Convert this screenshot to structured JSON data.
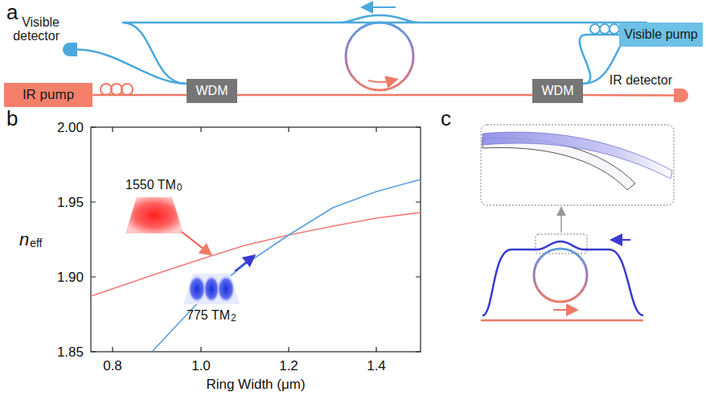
{
  "diagram": {
    "nodes": [
      {
        "text": [
          "Visible detector"
        ]
      },
      {
        "text": [
          "IR pump"
        ]
      },
      {
        "text": [
          "WDM"
        ]
      },
      {
        "text": [
          "WDM"
        ]
      },
      {
        "text": [
          "Visible pump"
        ]
      },
      {
        "text": [
          "IR detector"
        ]
      }
    ],
    "edges": [
      {
        "from": 1,
        "to": 2,
        "arrow": "none"
      },
      {
        "from": 2,
        "to": 3,
        "arrow": "none"
      },
      {
        "from": 3,
        "to": 5,
        "arrow": "none"
      },
      {
        "from": 4,
        "to": 3,
        "arrow": "none"
      },
      {
        "from": 3,
        "to": 2,
        "arrow": "none"
      },
      {
        "from": 2,
        "to": 0,
        "arrow": "none"
      }
    ],
    "labels": [
      "a",
      "b",
      "c",
      "2.00",
      "1.95",
      "1.90",
      "1.85",
      "0.8",
      "1.0",
      "1.2",
      "1.4",
      "Ring Width (μm)",
      "n",
      "eff",
      "1550 TM",
      "0",
      "775 TM",
      "2"
    ]
  }
}
